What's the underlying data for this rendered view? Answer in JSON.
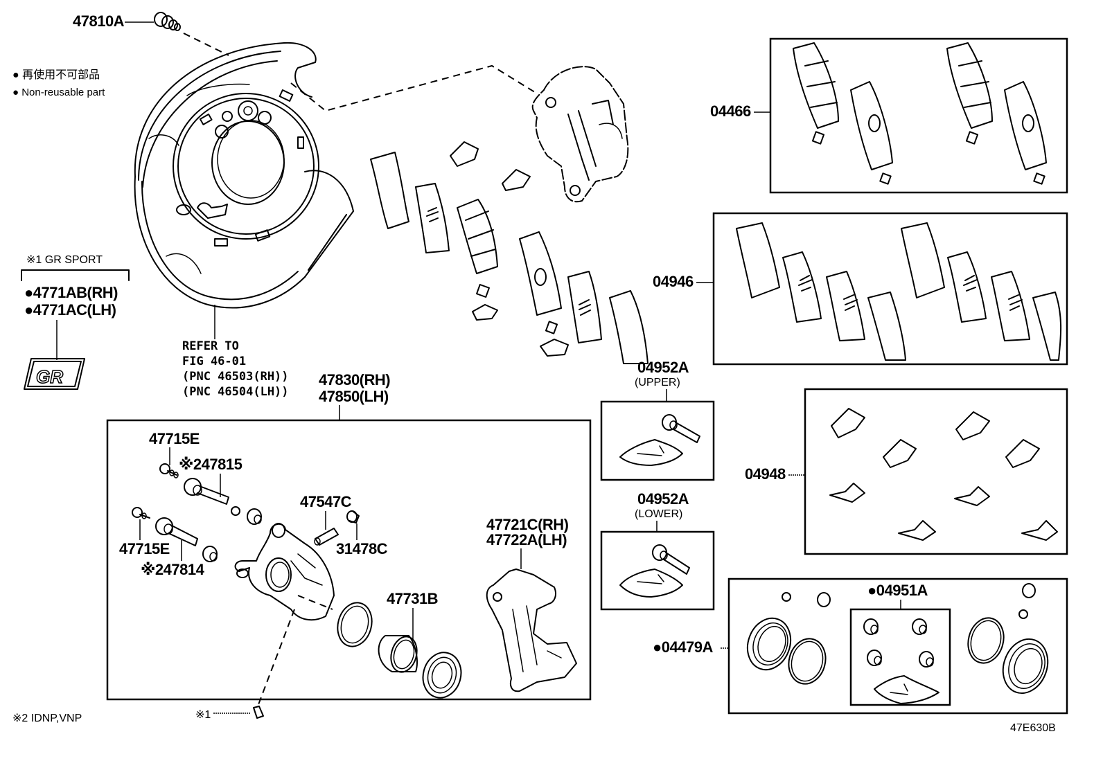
{
  "legend": {
    "non_reusable_jp": "● 再使用不可部品",
    "non_reusable_en": "● Non-reusable part"
  },
  "notes": {
    "note1_header": "※1 GR SPORT",
    "note2": "※2 IDNP,VNP",
    "note1_marker": "※1",
    "figure_code": "47E630B"
  },
  "gr_emblem": {
    "text": "GR",
    "parts": [
      "●4771AB(RH)",
      "●4771AC(LH)"
    ]
  },
  "refer": {
    "lines": [
      "REFER TO",
      "FIG 46-01",
      "(PNC 46503(RH))",
      "(PNC 46504(LH))"
    ]
  },
  "parts": {
    "p47810A": "47810A",
    "p47830": [
      "47830(RH)",
      "47850(LH)"
    ],
    "p47715E_top": "47715E",
    "p47815": "※247815",
    "p47715E_bottom": "47715E",
    "p47814": "※247814",
    "p47547C": "47547C",
    "p31478C": "31478C",
    "p47731B": "47731B",
    "p47721C": [
      "47721C(RH)",
      "47722A(LH)"
    ],
    "p04466": "04466",
    "p04946": "04946",
    "p04948": "04948",
    "p04952A_upper": [
      "04952A",
      "(UPPER)"
    ],
    "p04952A_lower": [
      "04952A",
      "(LOWER)"
    ],
    "p04479A": "●04479A",
    "p04951A": "●04951A"
  }
}
